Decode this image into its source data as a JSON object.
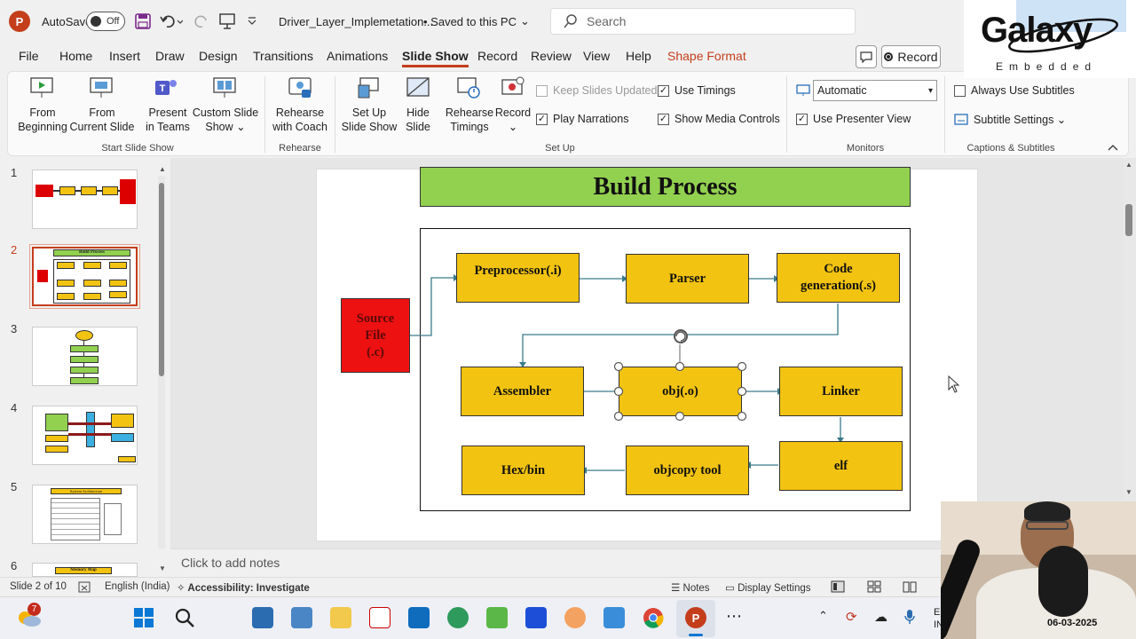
{
  "titlebar": {
    "autosave_label": "AutoSave",
    "autosave_state": "Off",
    "file_name": "Driver_Layer_Implemetation...",
    "save_status": "• Saved to this PC",
    "search_placeholder": "Search"
  },
  "menu": {
    "items": [
      "File",
      "Home",
      "Insert",
      "Draw",
      "Design",
      "Transitions",
      "Animations",
      "Slide Show",
      "Record",
      "Review",
      "View",
      "Help",
      "Shape Format"
    ],
    "active": "Slide Show",
    "record_button": "Record"
  },
  "ribbon": {
    "start_group": {
      "label": "Start Slide Show",
      "from_beginning": [
        "From",
        "Beginning"
      ],
      "from_current": [
        "From",
        "Current Slide"
      ],
      "present_teams": [
        "Present",
        "in Teams"
      ],
      "custom_show": [
        "Custom Slide",
        "Show ⌄"
      ]
    },
    "rehearse_group": {
      "label": "Rehearse",
      "rehearse_coach": [
        "Rehearse",
        "with Coach"
      ]
    },
    "setup_group": {
      "label": "Set Up",
      "setup_show": [
        "Set Up",
        "Slide Show"
      ],
      "hide_slide": [
        "Hide",
        "Slide"
      ],
      "rehearse_timings": [
        "Rehearse",
        "Timings"
      ],
      "record": [
        "Record",
        "⌄"
      ],
      "keep_updated": "Keep Slides Updated",
      "play_narrations": "Play Narrations",
      "use_timings": "Use Timings",
      "show_media": "Show Media Controls"
    },
    "monitors_group": {
      "label": "Monitors",
      "monitor_value": "Automatic",
      "presenter_view": "Use Presenter View"
    },
    "captions_group": {
      "label": "Captions & Subtitles",
      "always_subtitles": "Always Use Subtitles",
      "subtitle_settings": "Subtitle Settings ⌄"
    }
  },
  "thumbnails": [
    "1",
    "2",
    "3",
    "4",
    "5",
    "6"
  ],
  "thumb_texts": {
    "t2_title": "Build Process",
    "t5_title": "System Architecture",
    "t6_title": "Memory Map"
  },
  "slide": {
    "title": "Build Process",
    "source": [
      "Source",
      "File",
      "(.c)"
    ],
    "preprocessor": "Preprocessor(.i)",
    "parser": "Parser",
    "codegen": [
      "Code",
      "generation(.s)"
    ],
    "assembler": "Assembler",
    "obj": "obj(.o)",
    "linker": "Linker",
    "hexbin": "Hex/bin",
    "objcopy": "objcopy tool",
    "elf": "elf"
  },
  "notes_placeholder": "Click to add notes",
  "status": {
    "slide_count": "Slide 2 of 10",
    "language": "English (India)",
    "accessibility": "Accessibility: Investigate",
    "notes": "Notes",
    "display": "Display Settings"
  },
  "taskbar": {
    "lang": [
      "ENG",
      "IN"
    ],
    "date": "06-03-2025",
    "badge": "7"
  },
  "logo": {
    "main": "Galaxy",
    "sub": "Embedded"
  },
  "colors": {
    "accent": "#c43e1c",
    "title_green": "#92d050",
    "box_yellow": "#f2c311",
    "source_red": "#ee1111"
  }
}
